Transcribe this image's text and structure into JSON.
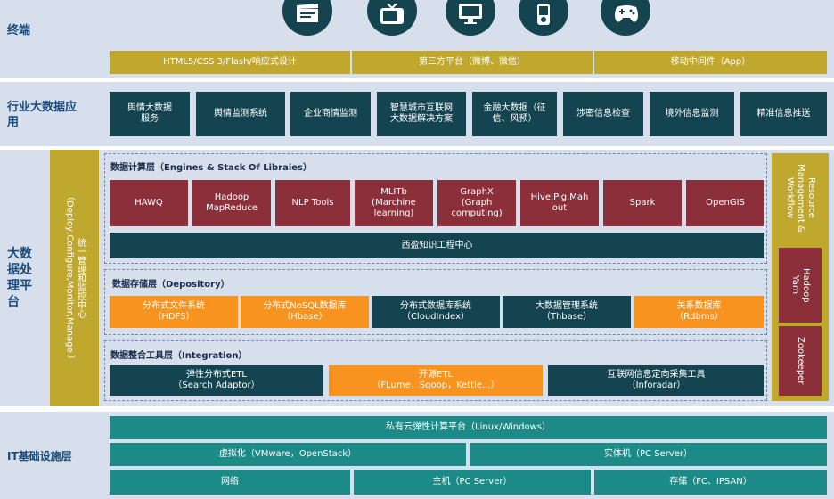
{
  "terminal": {
    "label": "终端",
    "icons": [
      "clapperboard-icon",
      "tv-icon",
      "monitor-icon",
      "phone-icon",
      "gamepad-icon"
    ],
    "bars": [
      "HTML5/CSS 3/Flash/响应式设计",
      "第三方平台（微博、微信）",
      "移动中间件（App）"
    ]
  },
  "industry": {
    "label": "行业大数据应\n用",
    "items": [
      "舆情大数据\n服务",
      "舆情监测系统",
      "企业商情监测",
      "智慧城市互联网\n大数据解决方案",
      "金融大数据（征\n信、风预）",
      "涉密信息检查",
      "境外信息监测",
      "精准信息推送"
    ]
  },
  "platform": {
    "label": "大数\n据处\n理平\n台",
    "management": "统一管理和监控中心\n（Deploy,Configure,Monitor,Manage ）",
    "compute": {
      "title": "数据计算层（Engines & Stack Of Libraies）",
      "items": [
        "HAWQ",
        "Hadoop\nMapReduce",
        "NLP Tools",
        "MLITb\n(Marchine\nlearning)",
        "GraphX\n(Graph\ncomputing)",
        "Hive,Pig,Mah\nout",
        "Spark",
        "OpenGIS"
      ],
      "center": "西盈知识工程中心"
    },
    "storage": {
      "title": "数据存储层（Depository）",
      "items": [
        "分布式文件系统\n（HDFS）",
        "分布式NoSQL数据库\n（Hbase）",
        "分布式数据库系统\n（CloudIndex）",
        "大数据管理系统\n（Thbase）",
        "关系数据库\n（Rdbms）"
      ]
    },
    "integration": {
      "title": "数据整合工具层（Integration）",
      "items": [
        "弹性分布式ETL\n（Search Adaptor）",
        "开源ETL\n（FLume，Sqoop，Kettle...）",
        "互联网信息定向采集工具\n（Inforadar）"
      ]
    },
    "resource": "Resource\nManagement &\nWorkflow",
    "yarn": "Hadoop\nYarn",
    "zookeeper": "Zookeeper"
  },
  "infra": {
    "label": "IT基础设施层",
    "cloud": "私有云弹性计算平台（Linux/Windows）",
    "virtual": "虚拟化（VMware，OpenStack）",
    "physical": "实体机（PC Server）",
    "network": "网络",
    "host": "主机（PC Server）",
    "storage": "存储（FC、IPSAN）"
  },
  "colors": {
    "olive": "#c0a82e",
    "red": "#8b2f3a",
    "teal": "#14444f",
    "orange": "#f7931e",
    "sea": "#1c8a86",
    "band": "#d6dfeb"
  }
}
